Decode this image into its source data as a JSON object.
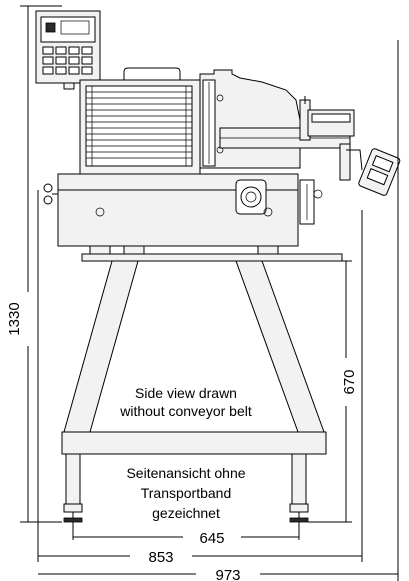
{
  "dimensions": {
    "height_total": "1330",
    "height_stand": "670",
    "width_feet": "645",
    "width_frame": "853",
    "width_total": "973"
  },
  "notes": {
    "en_line1": "Side view drawn",
    "en_line2": "without conveyor belt",
    "de_line1": "Seitenansicht ohne",
    "de_line2": "Transportband",
    "de_line3": "gezeichnet"
  }
}
